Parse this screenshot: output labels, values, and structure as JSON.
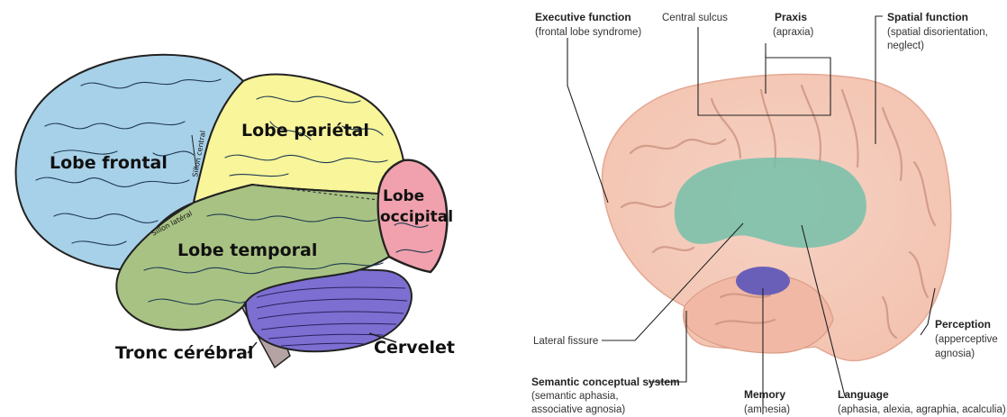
{
  "left_diagram": {
    "lobes": {
      "frontal": {
        "label": "Lobe frontal",
        "color": "#a7d1e8"
      },
      "parietal": {
        "label": "Lobe pariétal",
        "color": "#f8f59a"
      },
      "occipital": {
        "label_line1": "Lobe",
        "label_line2": "occipital",
        "color": "#f0a1ad"
      },
      "temporal": {
        "label": "Lobe temporal",
        "color": "#a8c283"
      },
      "cerebellum": {
        "label": "Cervelet",
        "color": "#7c6fd1"
      },
      "brainstem": {
        "label": "Tronc cérébral",
        "color": "#b5a3a3"
      }
    },
    "sulci": {
      "central": "Sillon central",
      "lateral": "Sillon latéral"
    }
  },
  "right_diagram": {
    "colors": {
      "brain": "#f3c3b0",
      "language_area": "#6dbfa9",
      "memory_area": "#6a5fb8"
    },
    "annotations": {
      "executive": {
        "title": "Executive function",
        "sub": "(frontal lobe syndrome)"
      },
      "central_sulcus": {
        "title": "Central sulcus"
      },
      "praxis": {
        "title": "Praxis",
        "sub": "(apraxia)"
      },
      "spatial": {
        "title": "Spatial function",
        "sub1": "(spatial disorientation,",
        "sub2": "neglect)"
      },
      "lateral_fissure": {
        "title": "Lateral fissure"
      },
      "perception": {
        "title": "Perception",
        "sub1": "(apperceptive",
        "sub2": "agnosia)"
      },
      "semantic": {
        "title": "Semantic conceptual system",
        "sub1": "(semantic aphasia,",
        "sub2": "associative agnosia)"
      },
      "memory": {
        "title": "Memory",
        "sub": "(amnesia)"
      },
      "language": {
        "title": "Language",
        "sub": "(aphasia, alexia, agraphia, acalculia)"
      }
    }
  }
}
